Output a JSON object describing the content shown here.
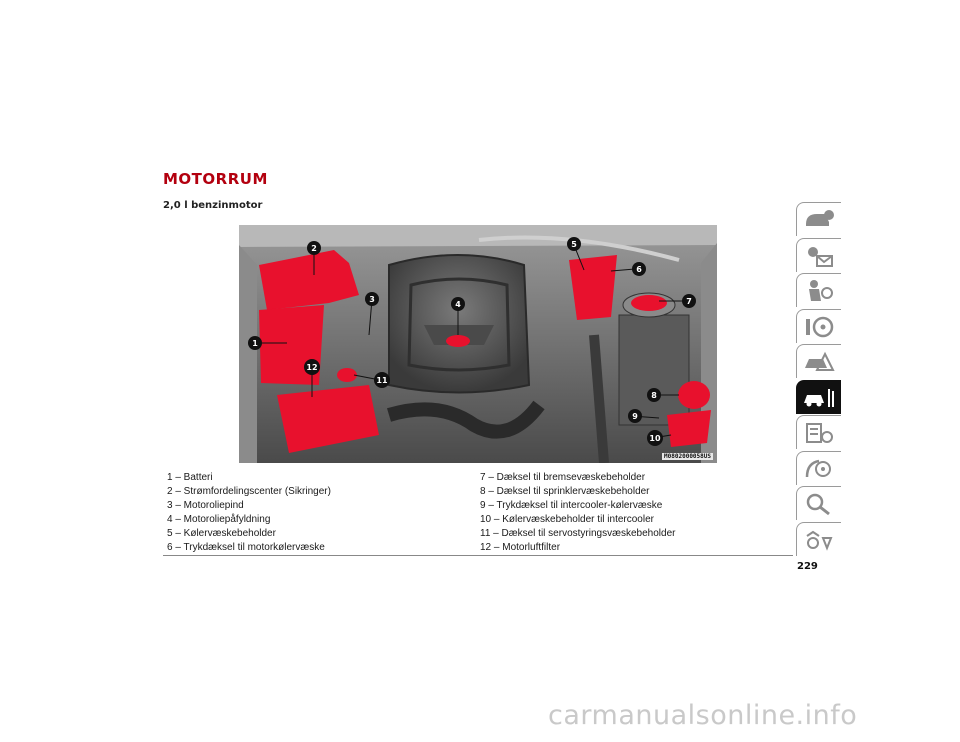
{
  "page": {
    "title": "MOTORRUM",
    "subtitle": "2,0 l benzinmotor",
    "page_number": "229",
    "watermark": "carmanualsonline.info"
  },
  "figure": {
    "code": "M0802000058US",
    "callouts": [
      "1",
      "2",
      "3",
      "4",
      "5",
      "6",
      "7",
      "8",
      "9",
      "10",
      "11",
      "12"
    ],
    "highlight_color": "#e8112d"
  },
  "legend": {
    "left": [
      "1 – Batteri",
      "2 – Strømfordelingscenter (Sikringer)",
      "3 – Motoroliepind",
      "4 – Motoroliepåfyldning",
      "5 – Kølervæskebeholder",
      "6 – Trykdæksel til motorkølervæske"
    ],
    "right": [
      "7 – Dæksel til bremsevæskebeholder",
      "8 – Dæksel til sprinklervæskebeholder",
      "9 – Trykdæksel til intercooler-kølervæske",
      "10 – Kølervæskebeholder til intercooler",
      "11 – Dæksel til servostyringsvæskebeholder",
      "12 – Motorluftfilter"
    ]
  },
  "side_tabs": [
    {
      "icon": "dashboard-info-icon",
      "active": false
    },
    {
      "icon": "lights-mail-icon",
      "active": false
    },
    {
      "icon": "seat-person-icon",
      "active": false
    },
    {
      "icon": "steering-icon",
      "active": false
    },
    {
      "icon": "warning-car-icon",
      "active": false
    },
    {
      "icon": "car-service-icon",
      "active": true
    },
    {
      "icon": "maintenance-list-icon",
      "active": false
    },
    {
      "icon": "media-icon",
      "active": false
    },
    {
      "icon": "search-icon",
      "active": false
    },
    {
      "icon": "language-icon",
      "active": false
    }
  ]
}
